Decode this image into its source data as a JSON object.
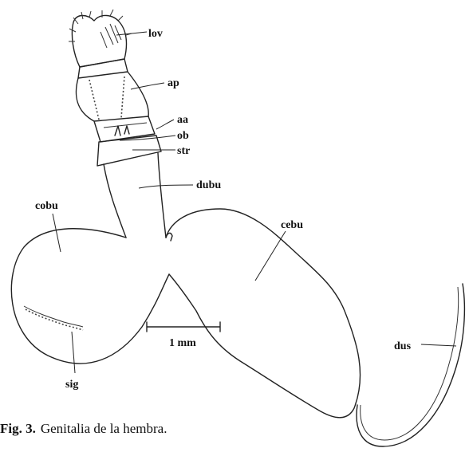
{
  "labels": {
    "lov": "lov",
    "ap": "ap",
    "aa": "aa",
    "ob": "ob",
    "str": "str",
    "dubu": "dubu",
    "cobu": "cobu",
    "cebu": "cebu",
    "dus": "dus",
    "sig": "sig"
  },
  "scale_bar": {
    "label": "1 mm"
  },
  "caption": {
    "figure_number": "Fig. 3.",
    "text": "Genitalia de la hembra."
  }
}
